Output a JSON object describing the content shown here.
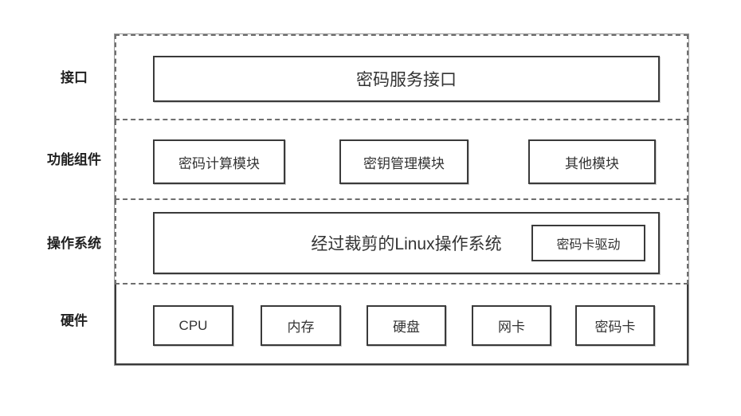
{
  "diagram": {
    "layers": [
      {
        "id": "interface",
        "label": "接口",
        "boxes": [
          "密码服务接口"
        ]
      },
      {
        "id": "components",
        "label": "功能组件",
        "boxes": [
          "密码计算模块",
          "密钥管理模块",
          "其他模块"
        ]
      },
      {
        "id": "os",
        "label": "操作系统",
        "boxes": [
          "经过裁剪的Linux操作系统",
          "密码卡驱动"
        ]
      },
      {
        "id": "hardware",
        "label": "硬件",
        "boxes": [
          "CPU",
          "内存",
          "硬盘",
          "网卡",
          "密码卡"
        ]
      }
    ],
    "colors": {
      "solid_border": "#3a3a3a",
      "dashed_border": "#6e6e6e",
      "outer_frame": "#9a9a9a",
      "box_text": "#333333",
      "label_text": "#1f1f1f",
      "background": "#ffffff"
    }
  }
}
